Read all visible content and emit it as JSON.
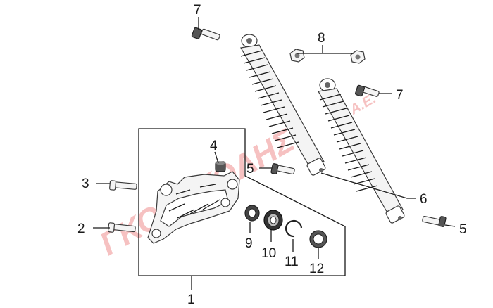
{
  "watermark": {
    "brand": "ΓΚΟΡΓΚΟΛΗΣ",
    "suffix": "A.E.",
    "color": "#f4b6b6"
  },
  "callouts": [
    "1",
    "2",
    "3",
    "4",
    "5",
    "5",
    "6",
    "7",
    "7",
    "8",
    "9",
    "10",
    "11",
    "12"
  ]
}
